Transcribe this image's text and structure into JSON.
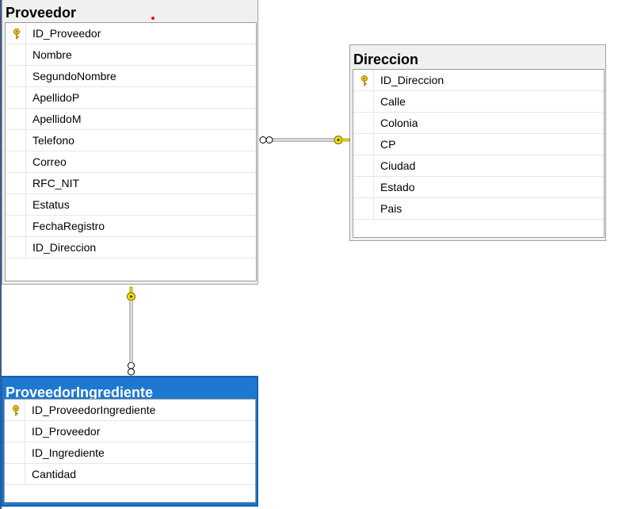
{
  "tables": {
    "proveedor": {
      "title": "Proveedor",
      "rows": [
        {
          "name": "ID_Proveedor",
          "key": true
        },
        {
          "name": "Nombre",
          "key": false
        },
        {
          "name": "SegundoNombre",
          "key": false
        },
        {
          "name": "ApellidoP",
          "key": false
        },
        {
          "name": "ApellidoM",
          "key": false
        },
        {
          "name": "Telefono",
          "key": false
        },
        {
          "name": "Correo",
          "key": false
        },
        {
          "name": "RFC_NIT",
          "key": false
        },
        {
          "name": "Estatus",
          "key": false
        },
        {
          "name": "FechaRegistro",
          "key": false
        },
        {
          "name": "ID_Direccion",
          "key": false
        }
      ]
    },
    "direccion": {
      "title": "Direccion",
      "rows": [
        {
          "name": "ID_Direccion",
          "key": true
        },
        {
          "name": "Calle",
          "key": false
        },
        {
          "name": "Colonia",
          "key": false
        },
        {
          "name": "CP",
          "key": false
        },
        {
          "name": "Ciudad",
          "key": false
        },
        {
          "name": "Estado",
          "key": false
        },
        {
          "name": "Pais",
          "key": false
        }
      ]
    },
    "proveedoringrediente": {
      "title": "ProveedorIngrediente",
      "rows": [
        {
          "name": "ID_ProveedorIngrediente",
          "key": true
        },
        {
          "name": "ID_Proveedor",
          "key": false
        },
        {
          "name": "ID_Ingrediente",
          "key": false
        },
        {
          "name": "Cantidad",
          "key": false
        }
      ]
    }
  },
  "colors": {
    "selected_header": "#1e78d0",
    "key_icon": "#f0c800",
    "relationship_line": "#7a7a7a"
  }
}
